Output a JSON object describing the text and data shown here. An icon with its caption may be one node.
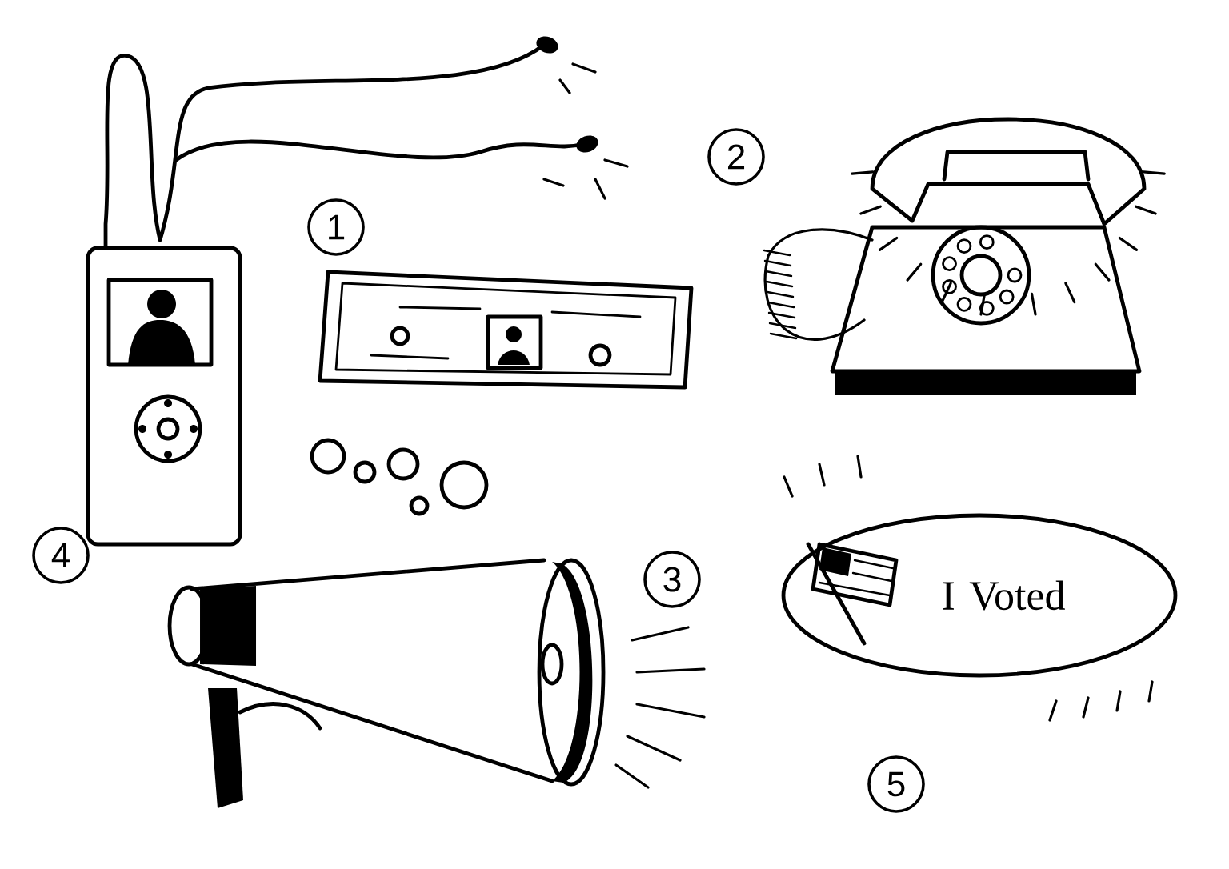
{
  "diagram": {
    "nodes": [
      {
        "text": [
          "I Voted"
        ]
      }
    ],
    "labels": [
      "1",
      "2",
      "4",
      "3",
      "5"
    ]
  }
}
